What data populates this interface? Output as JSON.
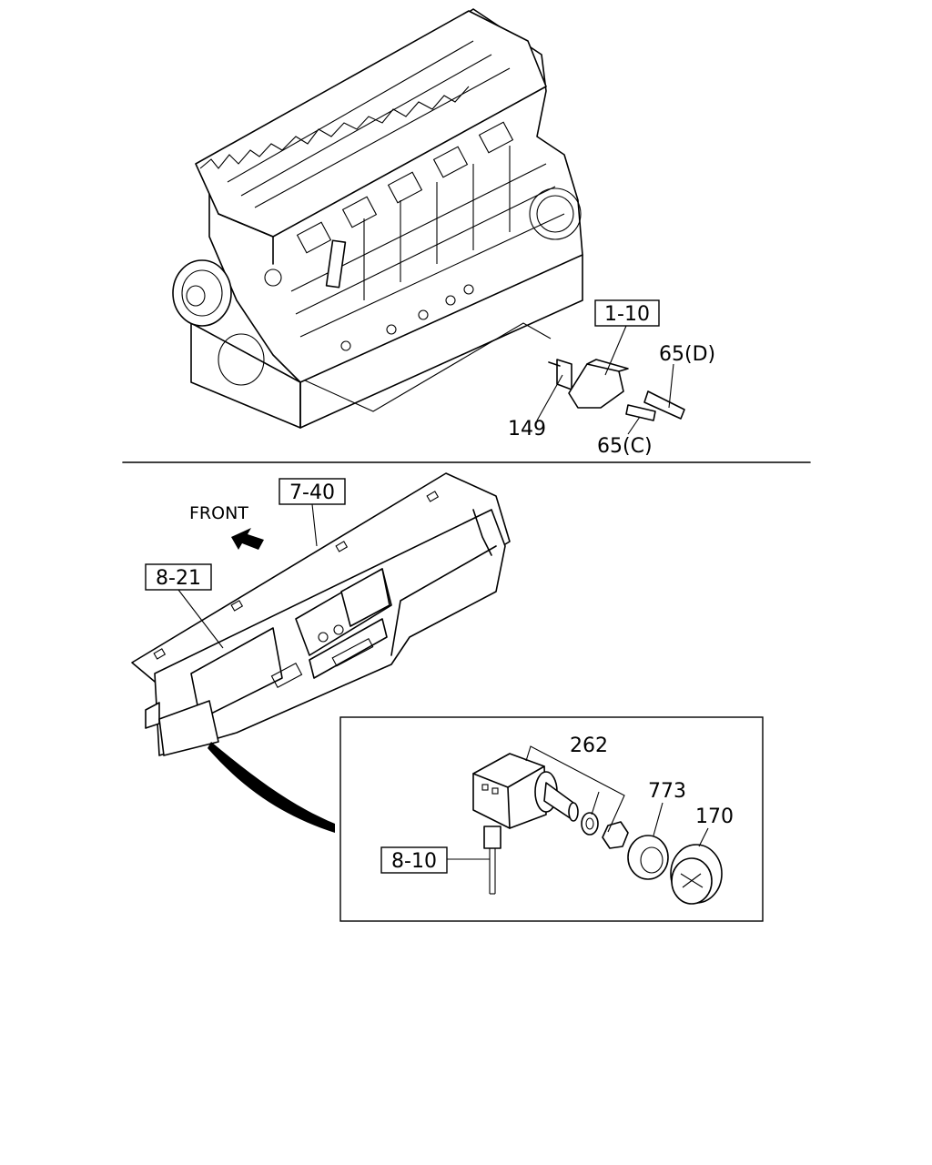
{
  "labels": {
    "ref_1_10": "1-10",
    "part_65d": "65(D)",
    "part_149": "149",
    "part_65c": "65(C)",
    "ref_7_40": "7-40",
    "front": "FRONT",
    "ref_8_21": "8-21",
    "part_262": "262",
    "part_773": "773",
    "part_170": "170",
    "ref_8_10": "8-10"
  }
}
